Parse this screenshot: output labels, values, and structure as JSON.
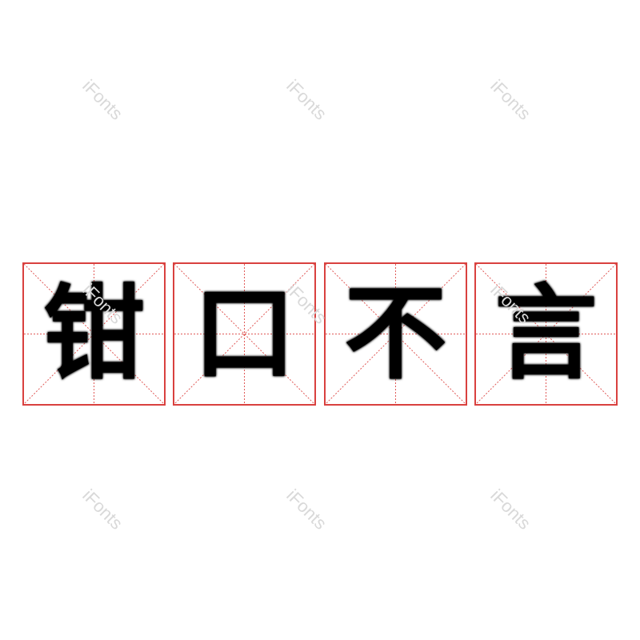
{
  "phrase": {
    "characters": [
      "钳",
      "口",
      "不",
      "言"
    ],
    "text": "钳口不言"
  },
  "grid": {
    "border_color": "#d9413f",
    "guide_color": "#e05a58",
    "style": "米字格"
  },
  "watermark": {
    "text": "iFonts",
    "color": "#d9d9d9"
  }
}
